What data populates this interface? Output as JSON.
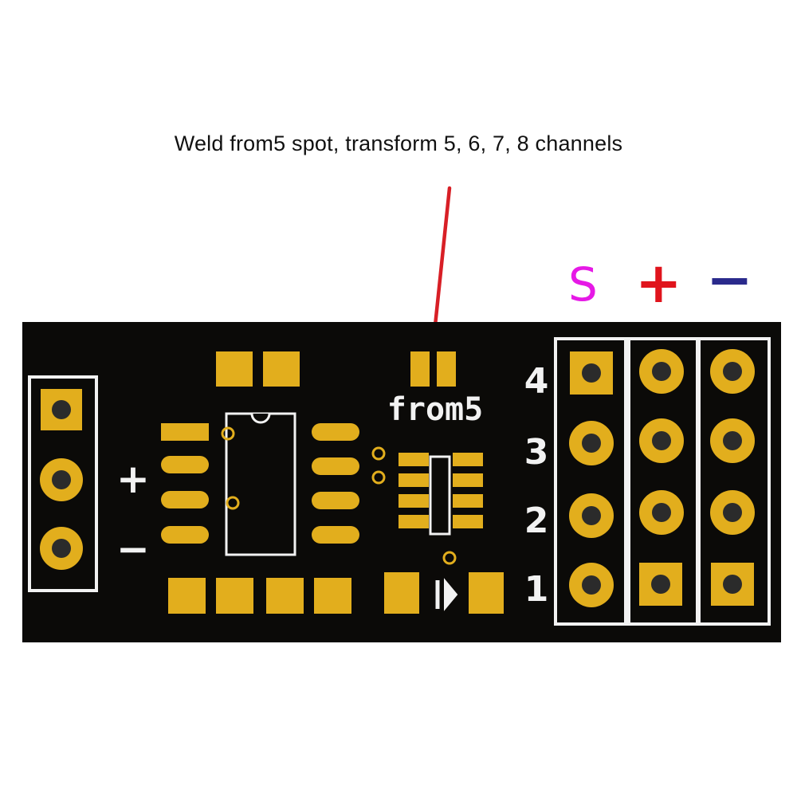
{
  "annotation": {
    "text": "Weld from5 spot, transform 5, 6, 7, 8 channels",
    "leader_color": "#d81f26"
  },
  "header_legend": {
    "signal": {
      "label": "S",
      "color": "#e619e6"
    },
    "positive": {
      "label": "+",
      "color": "#e0141c"
    },
    "negative": {
      "label": "−",
      "color": "#2a2a8c"
    }
  },
  "board": {
    "pad_label": "from5",
    "power_labels": {
      "positive": "+",
      "negative": "−"
    },
    "channel_numbers": [
      "4",
      "3",
      "2",
      "1"
    ],
    "colors": {
      "substrate": "#0b0a08",
      "pad": "#e2ae1d",
      "silkscreen": "#f2f2f2",
      "hole": "#2b2b2b"
    }
  }
}
